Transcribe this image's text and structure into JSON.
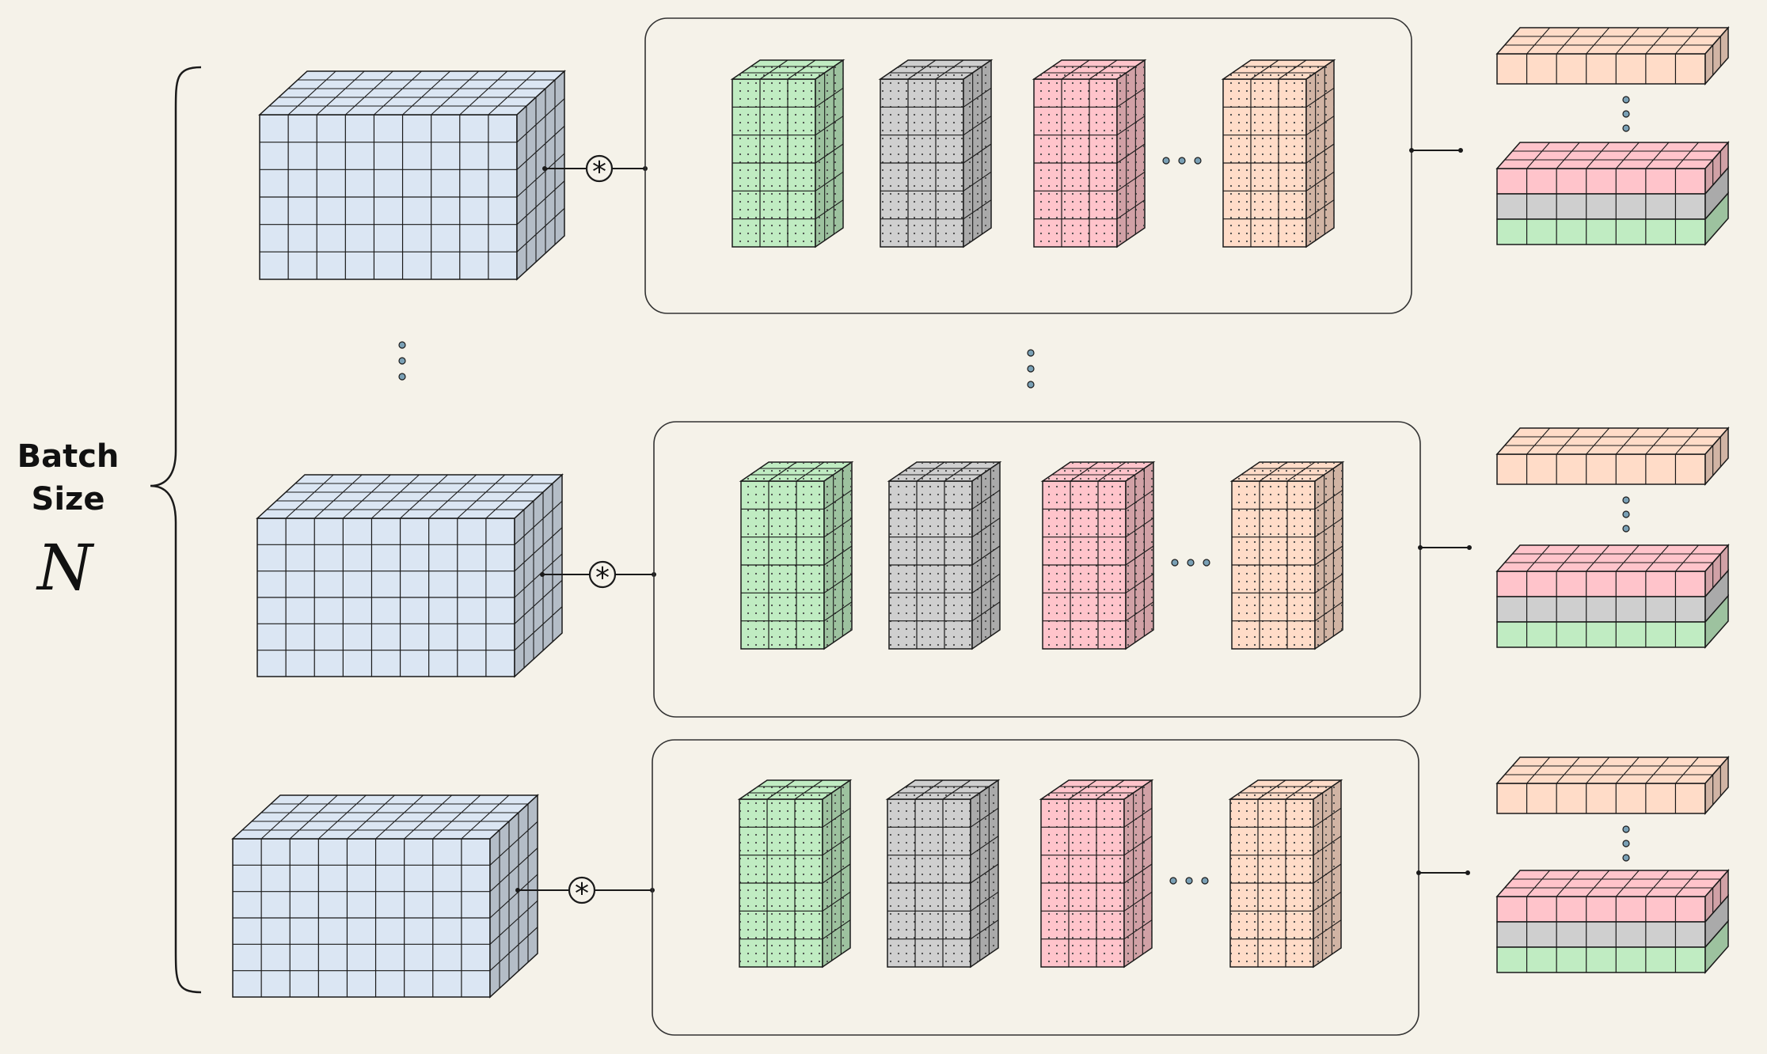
{
  "batch_label": {
    "line1": "Batch",
    "line2": "Size",
    "symbol": "N"
  },
  "operator_symbol": "*",
  "colors": {
    "background": "#f5f2e9",
    "input_cube": "#dbe6f3",
    "kernel_green": "#c0ecc2",
    "kernel_gray": "#cfcfcf",
    "kernel_red": "#ffc4cb",
    "kernel_peach": "#ffdcc8",
    "stroke": "#1a1a1a"
  },
  "samples": [
    {
      "kernels": [
        "kernel_green",
        "kernel_gray",
        "kernel_red",
        "kernel_peach"
      ],
      "output_layers": [
        "kernel_red",
        "kernel_gray",
        "kernel_green"
      ],
      "output_top": "kernel_peach"
    },
    {
      "kernels": [
        "kernel_green",
        "kernel_gray",
        "kernel_red",
        "kernel_peach"
      ],
      "output_layers": [
        "kernel_red",
        "kernel_gray",
        "kernel_green"
      ],
      "output_top": "kernel_peach"
    },
    {
      "kernels": [
        "kernel_green",
        "kernel_gray",
        "kernel_red",
        "kernel_peach"
      ],
      "output_layers": [
        "kernel_red",
        "kernel_gray",
        "kernel_green"
      ],
      "output_top": "kernel_peach"
    }
  ]
}
